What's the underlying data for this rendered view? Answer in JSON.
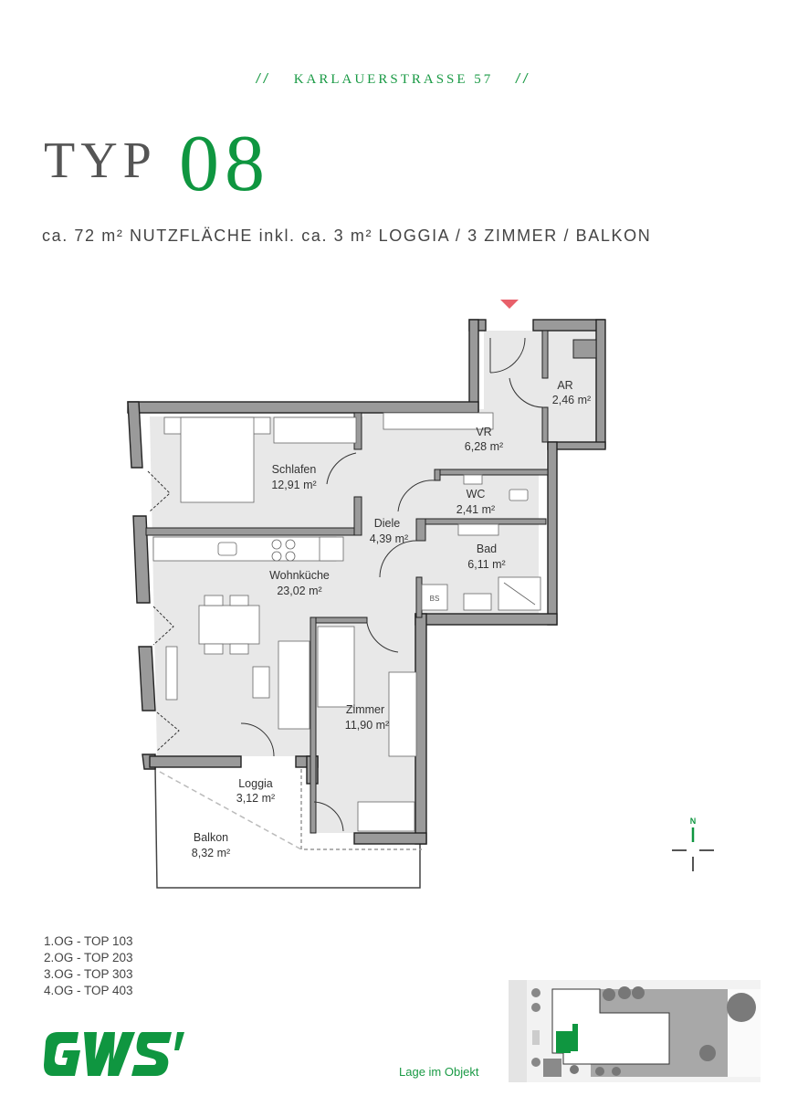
{
  "header": {
    "address_prefix": "//",
    "address": "KARLAUERSTRASSE 57",
    "address_suffix": "//",
    "typ_label": "TYP",
    "typ_number": "08",
    "summary": "ca. 72 m² NUTZFLÄCHE inkl. ca. 3 m² LOGGIA  /  3 ZIMMER  /  BALKON"
  },
  "colors": {
    "brand_green": "#0f9640",
    "wall_gray": "#9a9a9a",
    "floor_gray": "#e8e8e8",
    "entrance_marker": "#e8606a"
  },
  "rooms": [
    {
      "name": "AR",
      "area": "2,46 m²"
    },
    {
      "name": "VR",
      "area": "6,28 m²"
    },
    {
      "name": "Schlafen",
      "area": "12,91 m²"
    },
    {
      "name": "WC",
      "area": "2,41 m²"
    },
    {
      "name": "Diele",
      "area": "4,39 m²"
    },
    {
      "name": "Bad",
      "area": "6,11 m²"
    },
    {
      "name": "Wohnküche",
      "area": "23,02 m²"
    },
    {
      "name": "Zimmer",
      "area": "11,90 m²"
    },
    {
      "name": "Loggia",
      "area": "3,12 m²"
    },
    {
      "name": "Balkon",
      "area": "8,32 m²"
    }
  ],
  "compass": {
    "north_label": "N"
  },
  "units": [
    "1.OG - TOP 103",
    "2.OG - TOP 203",
    "3.OG - TOP 303",
    "4.OG - TOP 403"
  ],
  "logo": {
    "text": "GWS"
  },
  "location": {
    "label": "Lage im Objekt"
  }
}
